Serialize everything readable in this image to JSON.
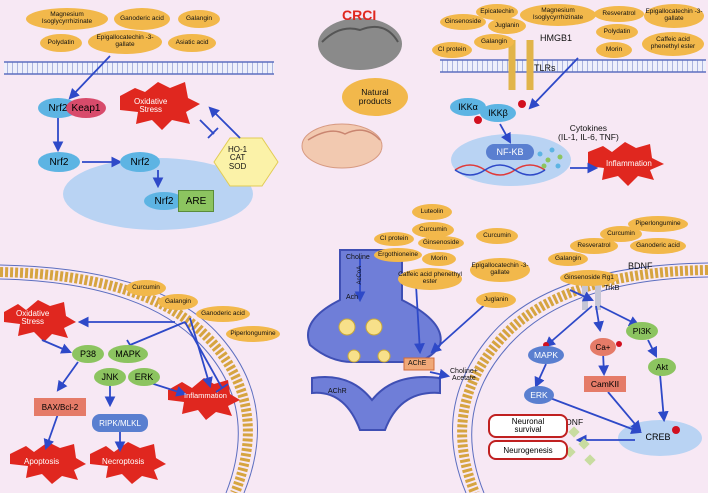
{
  "title": "CRCI",
  "natural_products": "Natural\nproducts",
  "top_left": {
    "compounds": [
      "Magnesium Isoglycyrrhizinate",
      "Ganoderic acid",
      "Galangin",
      "Polydatin",
      "Epigallocatechin -3-gallate",
      "Asiatic acid"
    ],
    "nrf2": "Nrf2",
    "keap1": "Keap1",
    "are": "ARE",
    "enzymes": "HO-1\nCAT\nSOD",
    "oxidative_stress": "Oxidative\nStress"
  },
  "top_right": {
    "compounds": [
      "Epicatechin",
      "Magnesium Isoglycyrrhizinate",
      "Resveratrol",
      "Epigallocatechin -3-gallate",
      "Ginsenoside",
      "Juglanin",
      "Polydatin",
      "Galangin",
      "Morin",
      "Caffeic acid phenethyl ester",
      "CI protein"
    ],
    "hmgb1": "HMGB1",
    "tlrs": "TLRs",
    "ikka": "IKKα",
    "ikkb": "IKKβ",
    "nfkb": "NF-KB",
    "cytokines": "Cytokines\n(IL-1, IL-6, TNF)",
    "inflammation": "Inflammation"
  },
  "center": {
    "compounds": [
      "Luteolin",
      "Curcumin",
      "CI protein",
      "Ginsenoside",
      "Ergothioneine",
      "Morin",
      "Caffeic acid phenethyl ester",
      "Curcumin",
      "Epigallocatechin -3-gallate",
      "Juglanin"
    ],
    "choline": "Choline",
    "acetyl_coa": "AcCoA",
    "ach": "Ach",
    "ache": "AChE",
    "choline_acetate": "Choline+\nAcetate",
    "achr": "AChR"
  },
  "bottom_left": {
    "compounds": [
      "Curcumin",
      "Galangin",
      "Ganoderic acid",
      "Piperlongumine"
    ],
    "oxidative_stress": "Oxidative\nStress",
    "p38": "P38",
    "mapk": "MAPK",
    "jnk": "JNK",
    "erk": "ERK",
    "bax": "BAX/Bcl-2",
    "ripk": "RIPK/MLKL",
    "inflammation": "Inflammation",
    "apoptosis": "Apoptosis",
    "necroptosis": "Necroptosis"
  },
  "bottom_right": {
    "compounds": [
      "Piperlongumine",
      "Curcumin",
      "Resveratrol",
      "Ganoderic acid",
      "Galangin",
      "Ginsenoside Rg1"
    ],
    "bdnf_top": "BDNF",
    "trkb": "TrkB",
    "pi3k": "PI3K",
    "mapk": "MAPK",
    "ca": "Ca+",
    "akt": "Akt",
    "camkii": "CamKII",
    "erk": "ERK",
    "creb": "CREB",
    "bdnf": "BDNF",
    "neuronal_survival": "Neuronal\nsurvival",
    "neurogenesis": "Neurogenesis"
  },
  "colors": {
    "background": "#f7e8f4",
    "pill": "#f2b84b",
    "node_blue": "#5db4e3",
    "node_green": "#8cc460",
    "node_red": "#d84b6b",
    "arrow": "#2e49c8",
    "burst": "#e0271f"
  }
}
